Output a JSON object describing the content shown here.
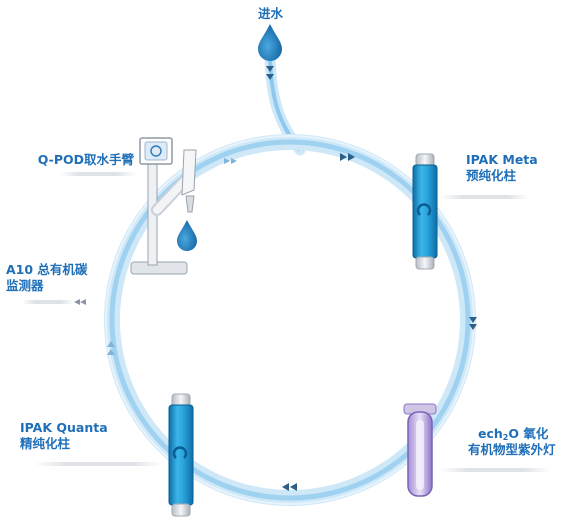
{
  "colors": {
    "label": "#1f6fb8",
    "loop": "#8fc8ee",
    "loop_light": "#cfe8f8",
    "cartridge": "#2aa3db",
    "cartridge_dark": "#0d6ea8",
    "arrow": "#2c5f8a",
    "uv_lamp": "#a58fd6"
  },
  "labels": {
    "water_in": "进水",
    "qpod": "Q-POD取水手臂",
    "ipak_meta": "IPAK Meta",
    "ipak_meta_sub": "预纯化柱",
    "a10_line1": "A10 总有机碳",
    "a10_line2": "监测器",
    "ipak_quanta": "IPAK Quanta",
    "ipak_quanta_sub": "精纯化柱",
    "echo_prefix": "ech",
    "echo_sub": "2",
    "echo_suffix": "O 氧化",
    "echo_line2": "有机物型紫外灯"
  },
  "icons": {
    "water_drop": "water-drop-icon",
    "flow_arrow": "double-chevron-arrow-icon",
    "dispenser": "dispenser-icon",
    "cartridge": "cartridge-icon",
    "uv_lamp": "uv-lamp-icon"
  }
}
